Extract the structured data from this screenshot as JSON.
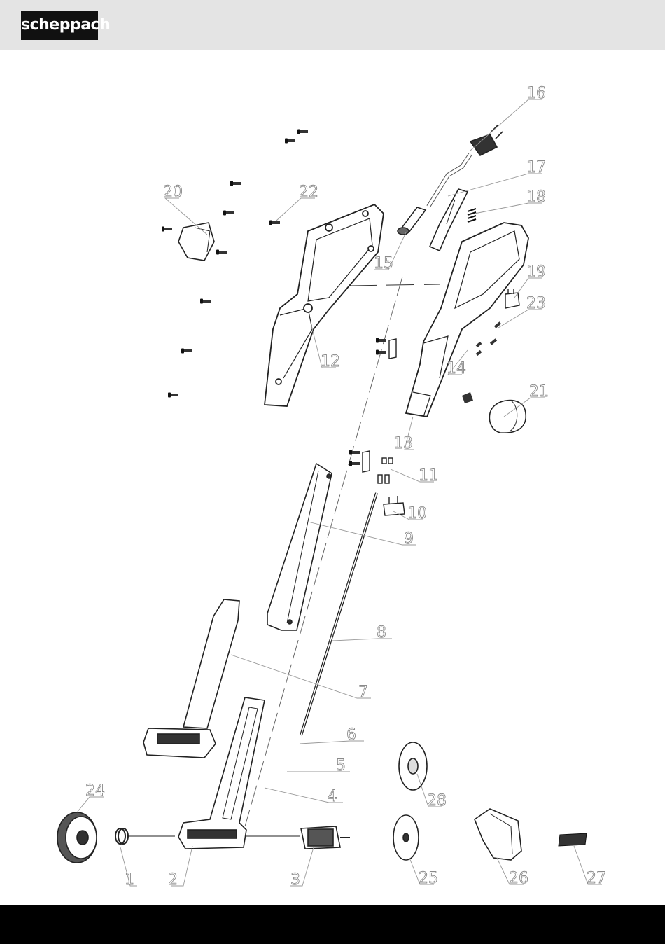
{
  "brand": {
    "logo_text": "scheppach"
  },
  "callouts": [
    {
      "id": "c1",
      "label": "1"
    },
    {
      "id": "c2",
      "label": "2"
    },
    {
      "id": "c3",
      "label": "3"
    },
    {
      "id": "c4",
      "label": "4"
    },
    {
      "id": "c5",
      "label": "5"
    },
    {
      "id": "c6",
      "label": "6"
    },
    {
      "id": "c7",
      "label": "7"
    },
    {
      "id": "c8",
      "label": "8"
    },
    {
      "id": "c9",
      "label": "9"
    },
    {
      "id": "c10",
      "label": "10"
    },
    {
      "id": "c11",
      "label": "11"
    },
    {
      "id": "c12",
      "label": "12"
    },
    {
      "id": "c13",
      "label": "13"
    },
    {
      "id": "c14",
      "label": "14"
    },
    {
      "id": "c15",
      "label": "15"
    },
    {
      "id": "c16",
      "label": "16"
    },
    {
      "id": "c17",
      "label": "17"
    },
    {
      "id": "c18",
      "label": "18"
    },
    {
      "id": "c19",
      "label": "19"
    },
    {
      "id": "c20",
      "label": "20"
    },
    {
      "id": "c21",
      "label": "21"
    },
    {
      "id": "c22",
      "label": "22"
    },
    {
      "id": "c23",
      "label": "23"
    },
    {
      "id": "c24",
      "label": "24"
    },
    {
      "id": "c25",
      "label": "25"
    },
    {
      "id": "c26",
      "label": "26"
    },
    {
      "id": "c27",
      "label": "27"
    },
    {
      "id": "c28",
      "label": "28"
    }
  ],
  "colors": {
    "header_bg": "#e4e4e4",
    "footer_bg": "#000000",
    "logo_bg": "#111111",
    "line": "#222222"
  }
}
